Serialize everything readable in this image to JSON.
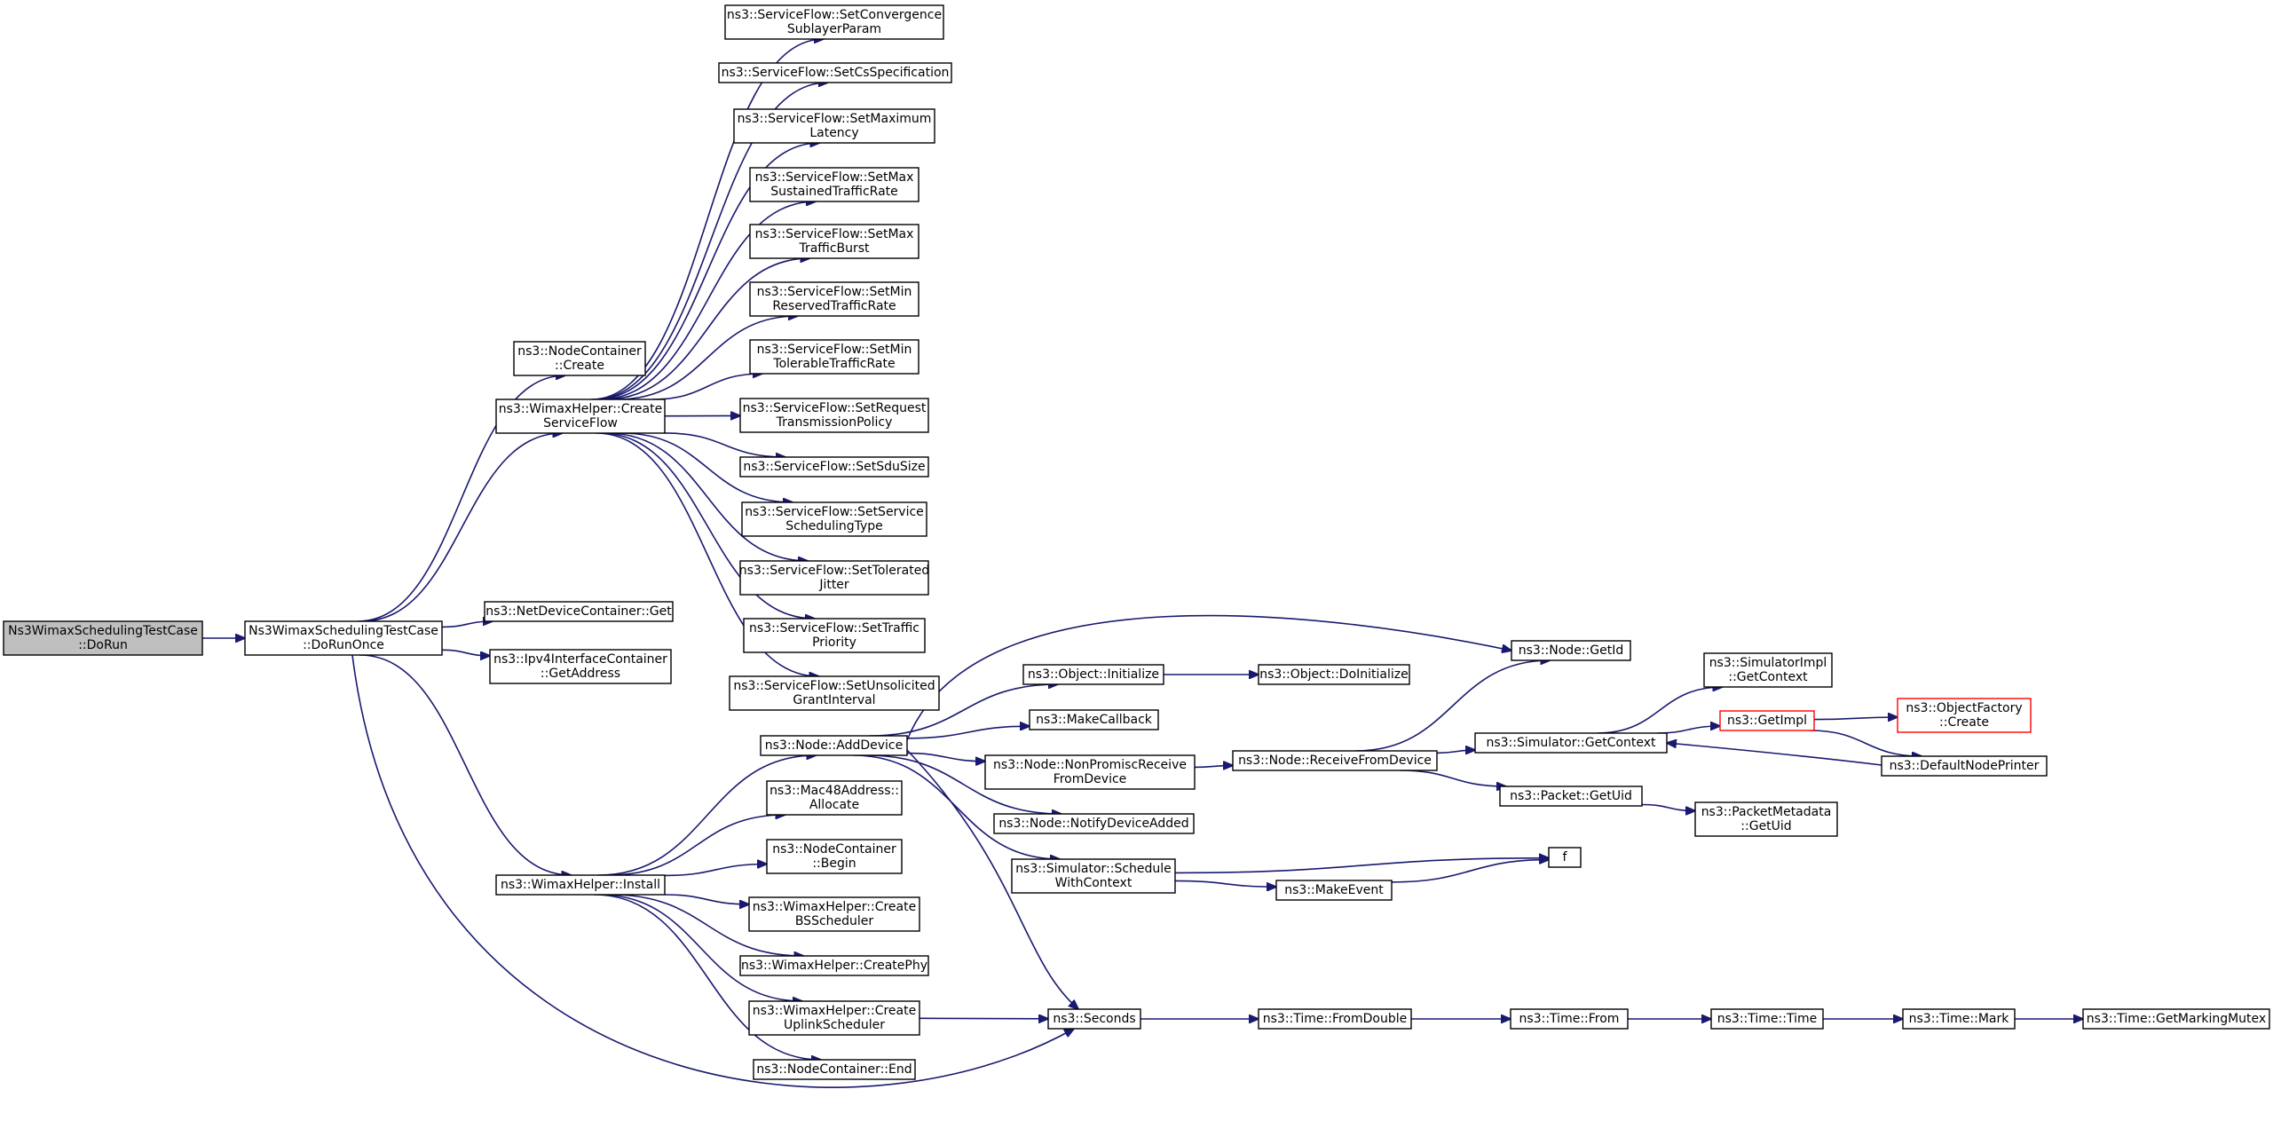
{
  "nodes": [
    {
      "id": "root",
      "lines": [
        "Ns3WimaxSchedulingTestCase",
        "::DoRun"
      ],
      "style": "root"
    },
    {
      "id": "doRunOnce",
      "lines": [
        "Ns3WimaxSchedulingTestCase",
        "::DoRunOnce"
      ]
    },
    {
      "id": "ncCreate",
      "lines": [
        "ns3::NodeContainer",
        "::Create"
      ]
    },
    {
      "id": "createSF",
      "lines": [
        "ns3::WimaxHelper::Create",
        "ServiceFlow"
      ]
    },
    {
      "id": "ndcGet",
      "lines": [
        "ns3::NetDeviceContainer::Get"
      ]
    },
    {
      "id": "ipv4Get",
      "lines": [
        "ns3::Ipv4InterfaceContainer",
        "::GetAddress"
      ]
    },
    {
      "id": "install",
      "lines": [
        "ns3::WimaxHelper::Install"
      ]
    },
    {
      "id": "sfConv",
      "lines": [
        "ns3::ServiceFlow::SetConvergence",
        "SublayerParam"
      ]
    },
    {
      "id": "sfCs",
      "lines": [
        "ns3::ServiceFlow::SetCsSpecification"
      ]
    },
    {
      "id": "sfMaxLat",
      "lines": [
        "ns3::ServiceFlow::SetMaximum",
        "Latency"
      ]
    },
    {
      "id": "sfMaxSus",
      "lines": [
        "ns3::ServiceFlow::SetMax",
        "SustainedTrafficRate"
      ]
    },
    {
      "id": "sfMaxBurst",
      "lines": [
        "ns3::ServiceFlow::SetMax",
        "TrafficBurst"
      ]
    },
    {
      "id": "sfMinRes",
      "lines": [
        "ns3::ServiceFlow::SetMin",
        "ReservedTrafficRate"
      ]
    },
    {
      "id": "sfMinTol",
      "lines": [
        "ns3::ServiceFlow::SetMin",
        "TolerableTrafficRate"
      ]
    },
    {
      "id": "sfReq",
      "lines": [
        "ns3::ServiceFlow::SetRequest",
        "TransmissionPolicy"
      ]
    },
    {
      "id": "sfSdu",
      "lines": [
        "ns3::ServiceFlow::SetSduSize"
      ]
    },
    {
      "id": "sfSched",
      "lines": [
        "ns3::ServiceFlow::SetService",
        "SchedulingType"
      ]
    },
    {
      "id": "sfJitter",
      "lines": [
        "ns3::ServiceFlow::SetTolerated",
        "Jitter"
      ]
    },
    {
      "id": "sfPrio",
      "lines": [
        "ns3::ServiceFlow::SetTraffic",
        "Priority"
      ]
    },
    {
      "id": "sfUnsol",
      "lines": [
        "ns3::ServiceFlow::SetUnsolicited",
        "GrantInterval"
      ]
    },
    {
      "id": "addDevice",
      "lines": [
        "ns3::Node::AddDevice"
      ]
    },
    {
      "id": "macAlloc",
      "lines": [
        "ns3::Mac48Address::",
        "Allocate"
      ]
    },
    {
      "id": "ncBegin",
      "lines": [
        "ns3::NodeContainer",
        "::Begin"
      ]
    },
    {
      "id": "bsSched",
      "lines": [
        "ns3::WimaxHelper::Create",
        "BSScheduler"
      ]
    },
    {
      "id": "createPhy",
      "lines": [
        "ns3::WimaxHelper::CreatePhy"
      ]
    },
    {
      "id": "ulSched",
      "lines": [
        "ns3::WimaxHelper::Create",
        "UplinkScheduler"
      ]
    },
    {
      "id": "ncEnd",
      "lines": [
        "ns3::NodeContainer::End"
      ]
    },
    {
      "id": "objInit",
      "lines": [
        "ns3::Object::Initialize"
      ]
    },
    {
      "id": "makeCb",
      "lines": [
        "ns3::MakeCallback"
      ]
    },
    {
      "id": "nonProm",
      "lines": [
        "ns3::Node::NonPromiscReceive",
        "FromDevice"
      ]
    },
    {
      "id": "notifyAdd",
      "lines": [
        "ns3::Node::NotifyDeviceAdded"
      ]
    },
    {
      "id": "schedCtx",
      "lines": [
        "ns3::Simulator::Schedule",
        "WithContext"
      ]
    },
    {
      "id": "seconds",
      "lines": [
        "ns3::Seconds"
      ]
    },
    {
      "id": "doInit",
      "lines": [
        "ns3::Object::DoInitialize"
      ]
    },
    {
      "id": "recvFrom",
      "lines": [
        "ns3::Node::ReceiveFromDevice"
      ]
    },
    {
      "id": "makeEvent",
      "lines": [
        "ns3::MakeEvent"
      ]
    },
    {
      "id": "fromDouble",
      "lines": [
        "ns3::Time::FromDouble"
      ]
    },
    {
      "id": "getId",
      "lines": [
        "ns3::Node::GetId"
      ]
    },
    {
      "id": "getCtx",
      "lines": [
        "ns3::Simulator::GetContext"
      ]
    },
    {
      "id": "getUid",
      "lines": [
        "ns3::Packet::GetUid"
      ]
    },
    {
      "id": "f",
      "lines": [
        "f"
      ]
    },
    {
      "id": "timeFrom",
      "lines": [
        "ns3::Time::From"
      ]
    },
    {
      "id": "simImplCtx",
      "lines": [
        "ns3::SimulatorImpl",
        "::GetContext"
      ]
    },
    {
      "id": "getImpl",
      "lines": [
        "ns3::GetImpl"
      ],
      "style": "red"
    },
    {
      "id": "pmGetUid",
      "lines": [
        "ns3::PacketMetadata",
        "::GetUid"
      ]
    },
    {
      "id": "timeTime",
      "lines": [
        "ns3::Time::Time"
      ]
    },
    {
      "id": "objFactory",
      "lines": [
        "ns3::ObjectFactory",
        "::Create"
      ],
      "style": "red"
    },
    {
      "id": "defPrinter",
      "lines": [
        "ns3::DefaultNodePrinter"
      ]
    },
    {
      "id": "timeMark",
      "lines": [
        "ns3::Time::Mark"
      ]
    },
    {
      "id": "mutex",
      "lines": [
        "ns3::Time::GetMarkingMutex"
      ]
    }
  ],
  "edges": [
    [
      "root",
      "doRunOnce"
    ],
    [
      "doRunOnce",
      "ncCreate"
    ],
    [
      "doRunOnce",
      "createSF"
    ],
    [
      "doRunOnce",
      "ndcGet"
    ],
    [
      "doRunOnce",
      "ipv4Get"
    ],
    [
      "doRunOnce",
      "install"
    ],
    [
      "doRunOnce",
      "seconds"
    ],
    [
      "createSF",
      "sfConv"
    ],
    [
      "createSF",
      "sfCs"
    ],
    [
      "createSF",
      "sfMaxLat"
    ],
    [
      "createSF",
      "sfMaxSus"
    ],
    [
      "createSF",
      "sfMaxBurst"
    ],
    [
      "createSF",
      "sfMinRes"
    ],
    [
      "createSF",
      "sfMinTol"
    ],
    [
      "createSF",
      "sfReq"
    ],
    [
      "createSF",
      "sfSdu"
    ],
    [
      "createSF",
      "sfSched"
    ],
    [
      "createSF",
      "sfJitter"
    ],
    [
      "createSF",
      "sfPrio"
    ],
    [
      "createSF",
      "sfUnsol"
    ],
    [
      "install",
      "addDevice"
    ],
    [
      "install",
      "macAlloc"
    ],
    [
      "install",
      "ncBegin"
    ],
    [
      "install",
      "bsSched"
    ],
    [
      "install",
      "createPhy"
    ],
    [
      "install",
      "ulSched"
    ],
    [
      "install",
      "ncEnd"
    ],
    [
      "addDevice",
      "getId"
    ],
    [
      "addDevice",
      "objInit"
    ],
    [
      "addDevice",
      "makeCb"
    ],
    [
      "addDevice",
      "nonProm"
    ],
    [
      "addDevice",
      "notifyAdd"
    ],
    [
      "addDevice",
      "schedCtx"
    ],
    [
      "addDevice",
      "seconds"
    ],
    [
      "objInit",
      "doInit"
    ],
    [
      "nonProm",
      "recvFrom"
    ],
    [
      "recvFrom",
      "getId"
    ],
    [
      "recvFrom",
      "getCtx"
    ],
    [
      "recvFrom",
      "getUid"
    ],
    [
      "schedCtx",
      "f"
    ],
    [
      "schedCtx",
      "makeEvent"
    ],
    [
      "makeEvent",
      "f"
    ],
    [
      "ulSched",
      "seconds"
    ],
    [
      "seconds",
      "fromDouble"
    ],
    [
      "fromDouble",
      "timeFrom"
    ],
    [
      "timeFrom",
      "timeTime"
    ],
    [
      "timeTime",
      "timeMark"
    ],
    [
      "timeMark",
      "mutex"
    ],
    [
      "getCtx",
      "simImplCtx"
    ],
    [
      "getCtx",
      "getImpl"
    ],
    [
      "getImpl",
      "objFactory"
    ],
    [
      "getImpl",
      "defPrinter"
    ],
    [
      "defPrinter",
      "getCtx"
    ],
    [
      "getUid",
      "pmGetUid"
    ]
  ],
  "colors": {
    "edge": "#191970",
    "root_fill": "#bfbfbf",
    "red_border": "#ff0000"
  }
}
